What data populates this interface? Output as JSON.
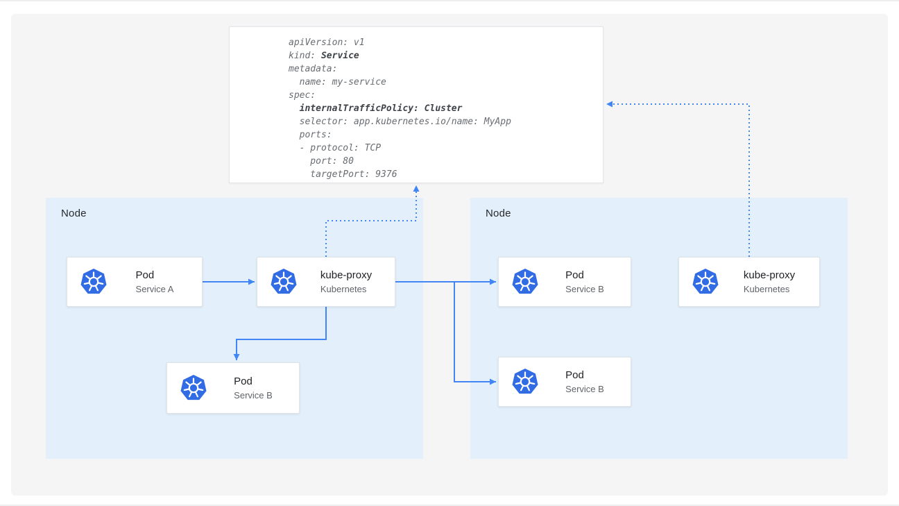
{
  "colors": {
    "arrow_blue": "#4285f4",
    "node_background": "#e3f0fc",
    "kubernetes_blue": "#326ce5",
    "panel_background": "#f5f5f6"
  },
  "code": {
    "lines": [
      {
        "pre": "apiVersion: v1"
      },
      {
        "pre": "kind: ",
        "bold": "Service"
      },
      {
        "pre": "metadata:"
      },
      {
        "pre": "  name: my-service"
      },
      {
        "pre": "spec:"
      },
      {
        "pre": "  ",
        "bold": "internalTrafficPolicy: Cluster"
      },
      {
        "pre": "  selector: app.kubernetes.io/name: MyApp"
      },
      {
        "pre": "  ports:"
      },
      {
        "pre": "  - protocol: TCP"
      },
      {
        "pre": "    port: 80"
      },
      {
        "pre": "    targetPort: 9376"
      }
    ]
  },
  "nodes": [
    {
      "label": "Node"
    },
    {
      "label": "Node"
    }
  ],
  "cards": {
    "pod_a": {
      "title": "Pod",
      "subtitle": "Service A"
    },
    "kube_proxy_left": {
      "title": "kube-proxy",
      "subtitle": "Kubernetes"
    },
    "pod_b_left": {
      "title": "Pod",
      "subtitle": "Service B"
    },
    "pod_b_right_top": {
      "title": "Pod",
      "subtitle": "Service B"
    },
    "pod_b_right_bot": {
      "title": "Pod",
      "subtitle": "Service B"
    },
    "kube_proxy_right": {
      "title": "kube-proxy",
      "subtitle": "Kubernetes"
    }
  },
  "icons": {
    "kubernetes": "kubernetes-helm-icon"
  }
}
